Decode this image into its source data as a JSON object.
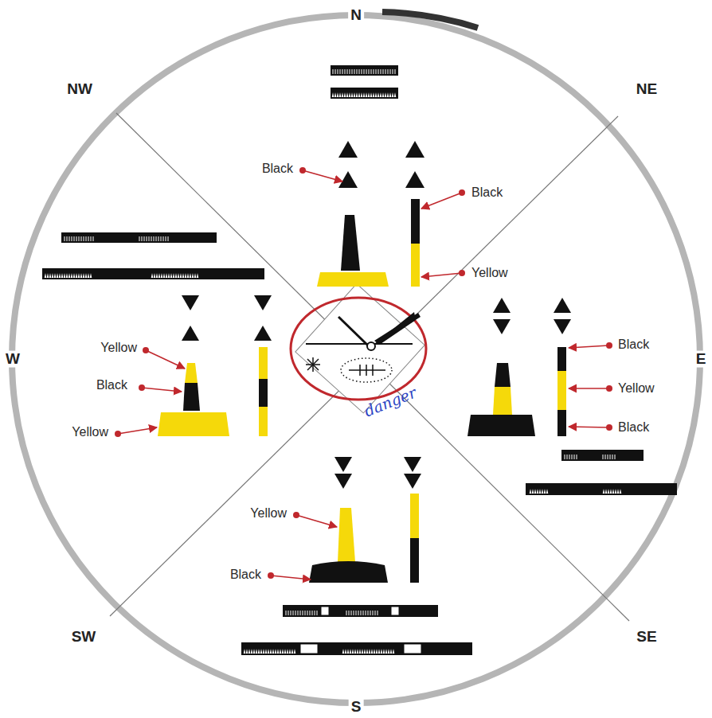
{
  "diagram": {
    "labels": [
      "N",
      "NW",
      "NE",
      "Black",
      "Black",
      "Yellow",
      "Yellow",
      "Black",
      "Yellow",
      "W",
      "E",
      "Black",
      "Yellow",
      "Black",
      "Yellow",
      "Black",
      "SW",
      "SE",
      "S",
      "danger"
    ]
  }
}
